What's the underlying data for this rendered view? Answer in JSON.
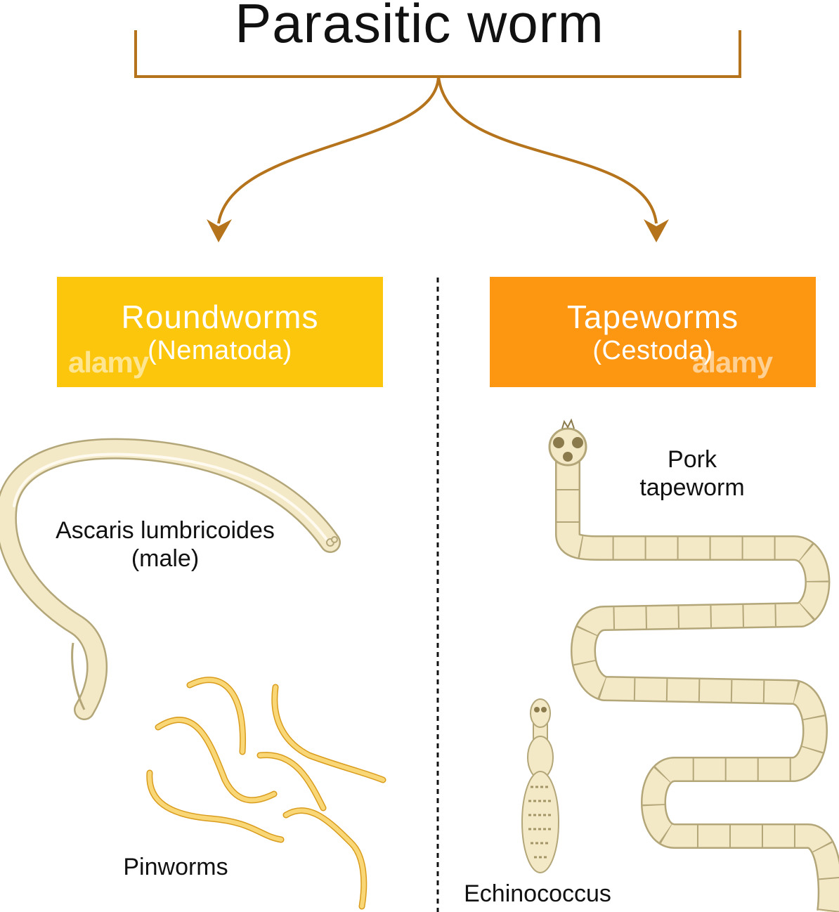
{
  "diagram": {
    "title": "Parasitic worm",
    "colors": {
      "connector": "#b5741c",
      "roundworms_box": "#fcc60d",
      "tapeworms_box": "#fd9711",
      "worm_body": "#f3e9c6",
      "worm_outline": "#b3a679",
      "pinworm": "#f4c243",
      "divider": "#111111"
    },
    "groups": [
      {
        "name": "Roundworms",
        "latin": "(Nematoda)",
        "examples": [
          "Ascaris lumbricoides\n(male)",
          "Pinworms"
        ]
      },
      {
        "name": "Tapeworms",
        "latin": "(Cestoda)",
        "examples": [
          "Pork\ntapeworm",
          "Echinococcus"
        ]
      }
    ],
    "watermark": "alamy"
  }
}
